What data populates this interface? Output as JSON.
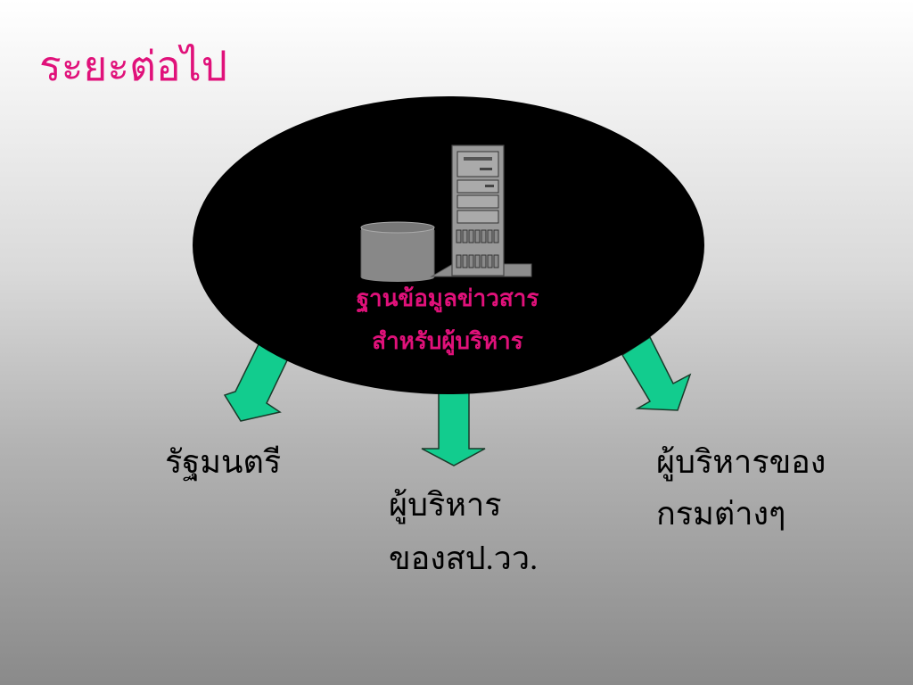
{
  "title": "ระยะต่อไป",
  "center": {
    "label_line1": "ฐานข้อมูลข่าวสาร",
    "label_line2": "สำหรับผู้บริหาร",
    "icons": [
      "database-cylinder-icon",
      "server-tower-icon"
    ]
  },
  "targets": {
    "left": {
      "line1": "รัฐมนตรี"
    },
    "middle": {
      "line1": "ผู้บริหาร",
      "line2": "ของสป.วว."
    },
    "right": {
      "line1": "ผู้บริหารของ",
      "line2": "กรมต่างๆ"
    }
  },
  "colors": {
    "title": "#e0117a",
    "label": "#e0117a",
    "ellipse": "#000000",
    "arrow_fill": "#12cc8e",
    "arrow_stroke": "#1a3a2a",
    "background_top": "#ffffff",
    "background_bottom": "#8a8a8a"
  }
}
